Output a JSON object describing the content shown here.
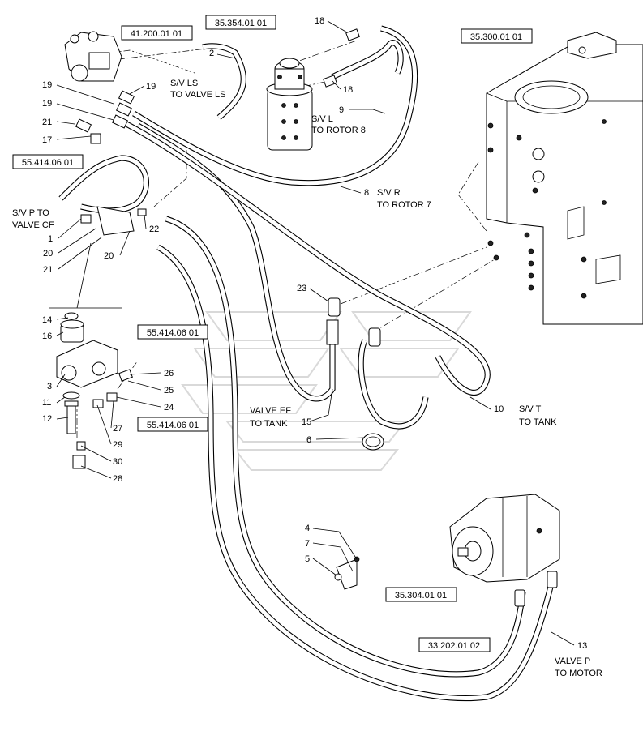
{
  "references": [
    {
      "id": "ref-41-200",
      "text": "41.200.01 01"
    },
    {
      "id": "ref-35-354",
      "text": "35.354.01 01"
    },
    {
      "id": "ref-35-300",
      "text": "35.300.01 01"
    },
    {
      "id": "ref-55-414-a",
      "text": "55.414.06 01"
    },
    {
      "id": "ref-55-414-b",
      "text": "55.414.06 01"
    },
    {
      "id": "ref-55-414-c",
      "text": "55.414.06 01"
    },
    {
      "id": "ref-35-304",
      "text": "35.304.01 01"
    },
    {
      "id": "ref-33-202",
      "text": "33.202.01 02"
    }
  ],
  "callouts": [
    "18",
    "2",
    "19",
    "19",
    "19",
    "21",
    "17",
    "18",
    "9",
    "8",
    "1",
    "20",
    "21",
    "22",
    "20",
    "23",
    "14",
    "16",
    "3",
    "11",
    "12",
    "26",
    "25",
    "24",
    "27",
    "29",
    "30",
    "28",
    "15",
    "6",
    "10",
    "4",
    "7",
    "5",
    "13"
  ],
  "labels": {
    "sv_ls": [
      "S/V LS",
      "TO VALVE LS"
    ],
    "sv_l": [
      "S/V L",
      "TO ROTOR 8"
    ],
    "sv_r": [
      "S/V R",
      "TO ROTOR 7"
    ],
    "sv_p": [
      "S/V P TO",
      "VALVE CF"
    ],
    "valve_ef": [
      "VALVE EF",
      "TO TANK"
    ],
    "sv_t": [
      "S/V T",
      "TO TANK"
    ],
    "valve_p": [
      "VALVE P",
      "TO MOTOR"
    ]
  }
}
